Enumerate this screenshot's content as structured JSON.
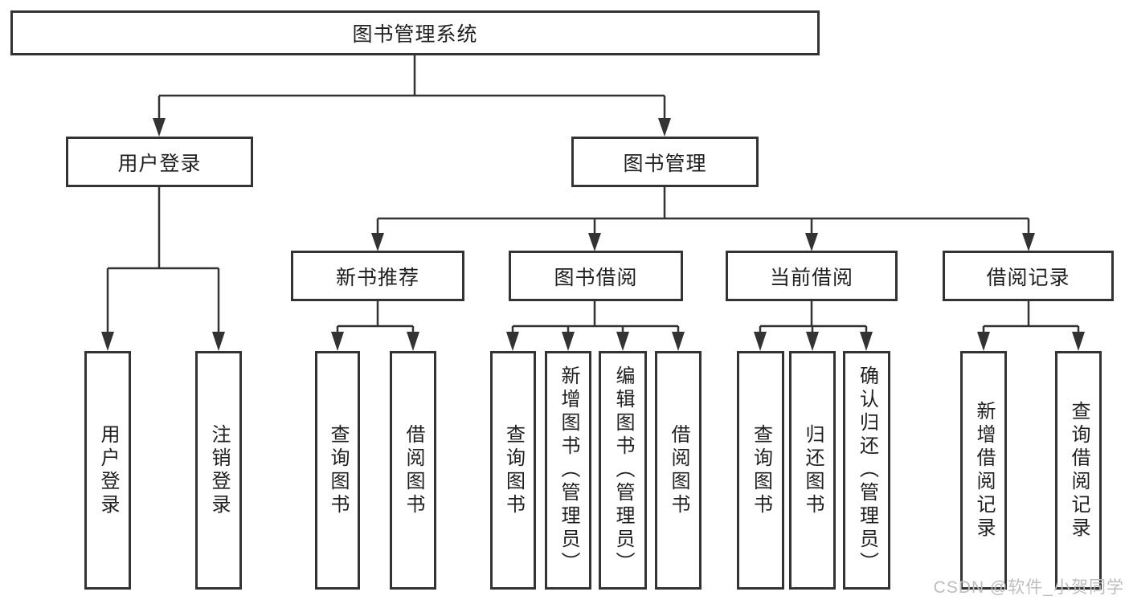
{
  "diagram": {
    "root": {
      "label": "图书管理系统"
    },
    "level2": [
      {
        "label": "用户登录"
      },
      {
        "label": "图书管理"
      }
    ],
    "level3": [
      {
        "label": "新书推荐"
      },
      {
        "label": "图书借阅"
      },
      {
        "label": "当前借阅"
      },
      {
        "label": "借阅记录"
      }
    ],
    "leaves": [
      {
        "label": "用户登录"
      },
      {
        "label": "注销登录"
      },
      {
        "label": "查询图书"
      },
      {
        "label": "借阅图书"
      },
      {
        "label": "查询图书"
      },
      {
        "label": "新增图书（管理员）"
      },
      {
        "label": "编辑图书（管理员）"
      },
      {
        "label": "借阅图书"
      },
      {
        "label": "查询图书"
      },
      {
        "label": "归还图书"
      },
      {
        "label": "确认归还（管理员）"
      },
      {
        "label": "新增借阅记录"
      },
      {
        "label": "查询借阅记录"
      }
    ],
    "watermark": "CSDN @软件_小贺同学",
    "colors": {
      "line": "#333333",
      "text": "#1f1f1f",
      "box_background": "#ffffff",
      "watermark": "#bdbdbd",
      "background": "#ffffff"
    }
  }
}
